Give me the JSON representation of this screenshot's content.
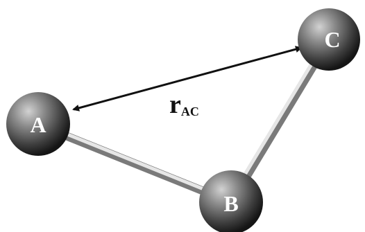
{
  "diagram": {
    "atoms": {
      "a": "A",
      "b": "B",
      "c": "C"
    },
    "distance_label": {
      "main": "r",
      "subscript": "AC"
    },
    "colors": {
      "sphere_highlight": "#c9c9c9",
      "sphere_mid": "#6f6f6f",
      "sphere_shadow": "#151515",
      "bond_light": "#e6e6e6",
      "bond_dark": "#777777",
      "arrow": "#111111"
    }
  }
}
